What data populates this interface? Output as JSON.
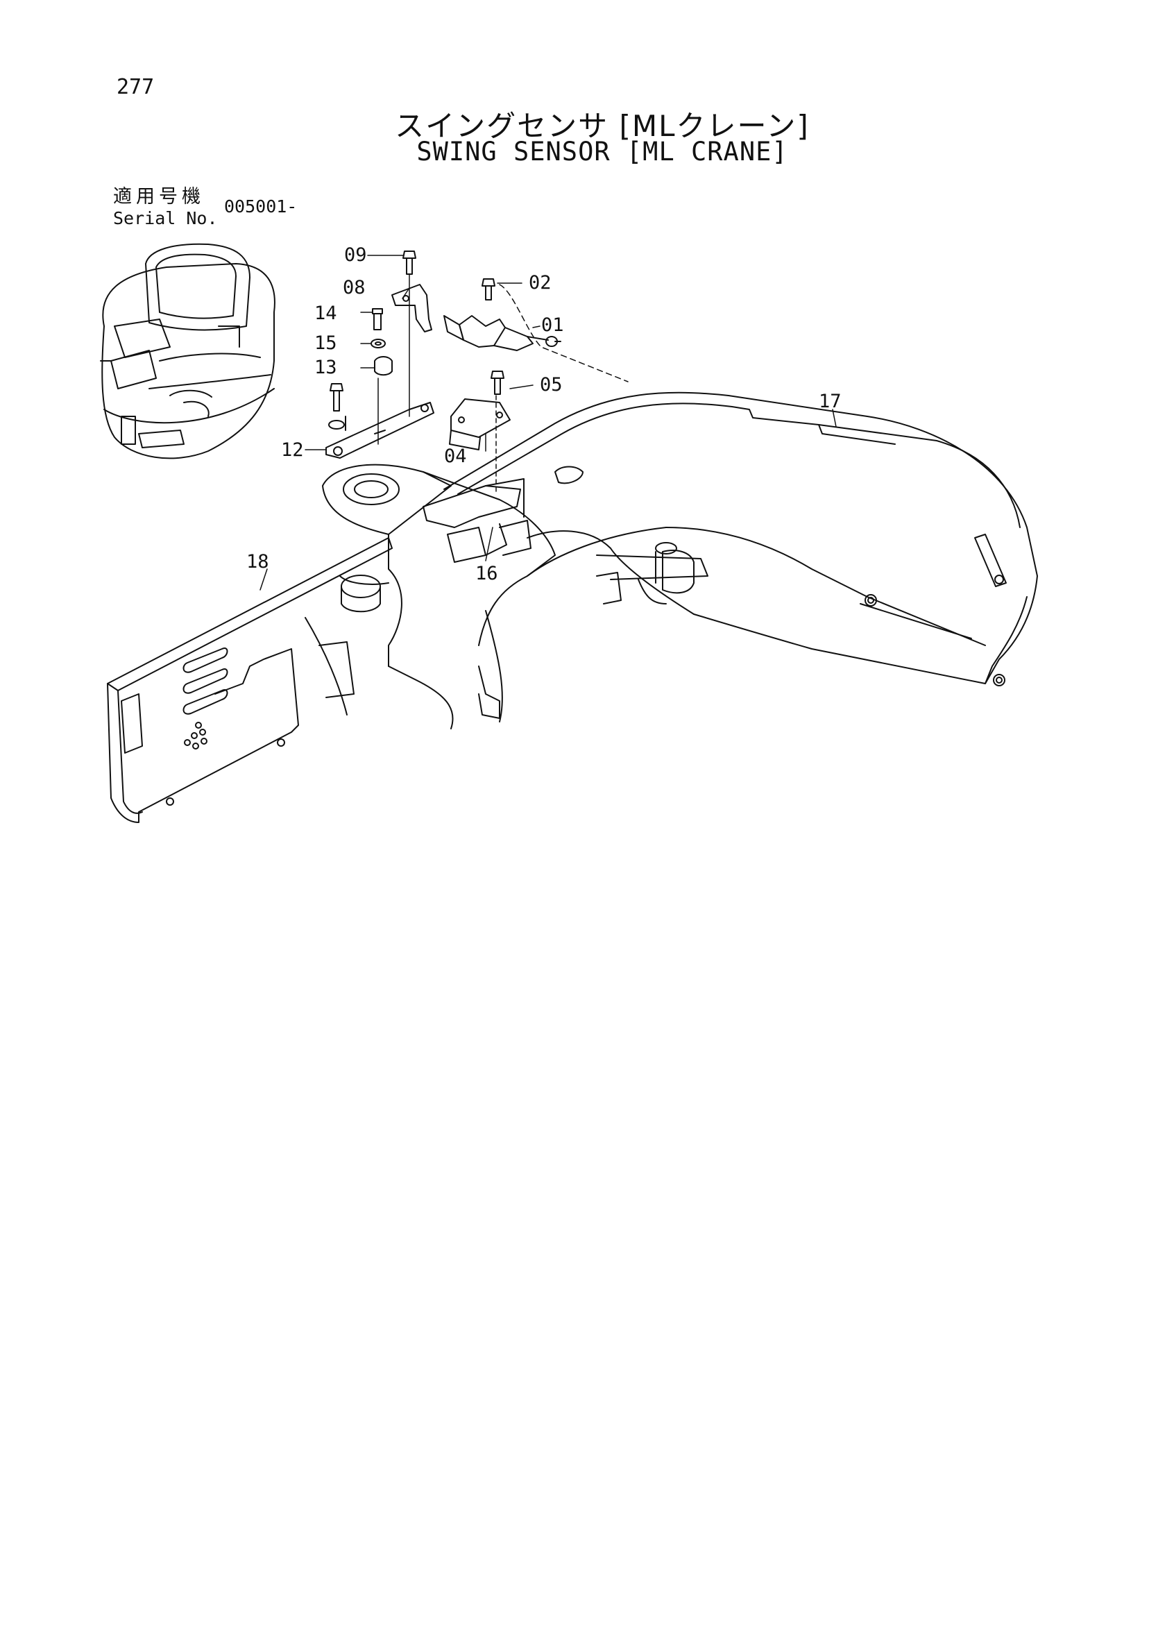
{
  "page": {
    "page_number": "277",
    "title_jp": "スイングセンサ [MLクレーン]",
    "title_en": "SWING SENSOR [ML CRANE]",
    "serial_label_jp": "適用号機",
    "serial_label_en": "Serial No.",
    "serial_value": "005001-"
  },
  "callouts": {
    "p01": "01",
    "p02": "02",
    "p04": "04",
    "p05": "05",
    "p08": "08",
    "p09": "09",
    "p12": "12",
    "p13": "13",
    "p14": "14",
    "p15": "15",
    "p16": "16",
    "p17": "17",
    "p18": "18"
  }
}
